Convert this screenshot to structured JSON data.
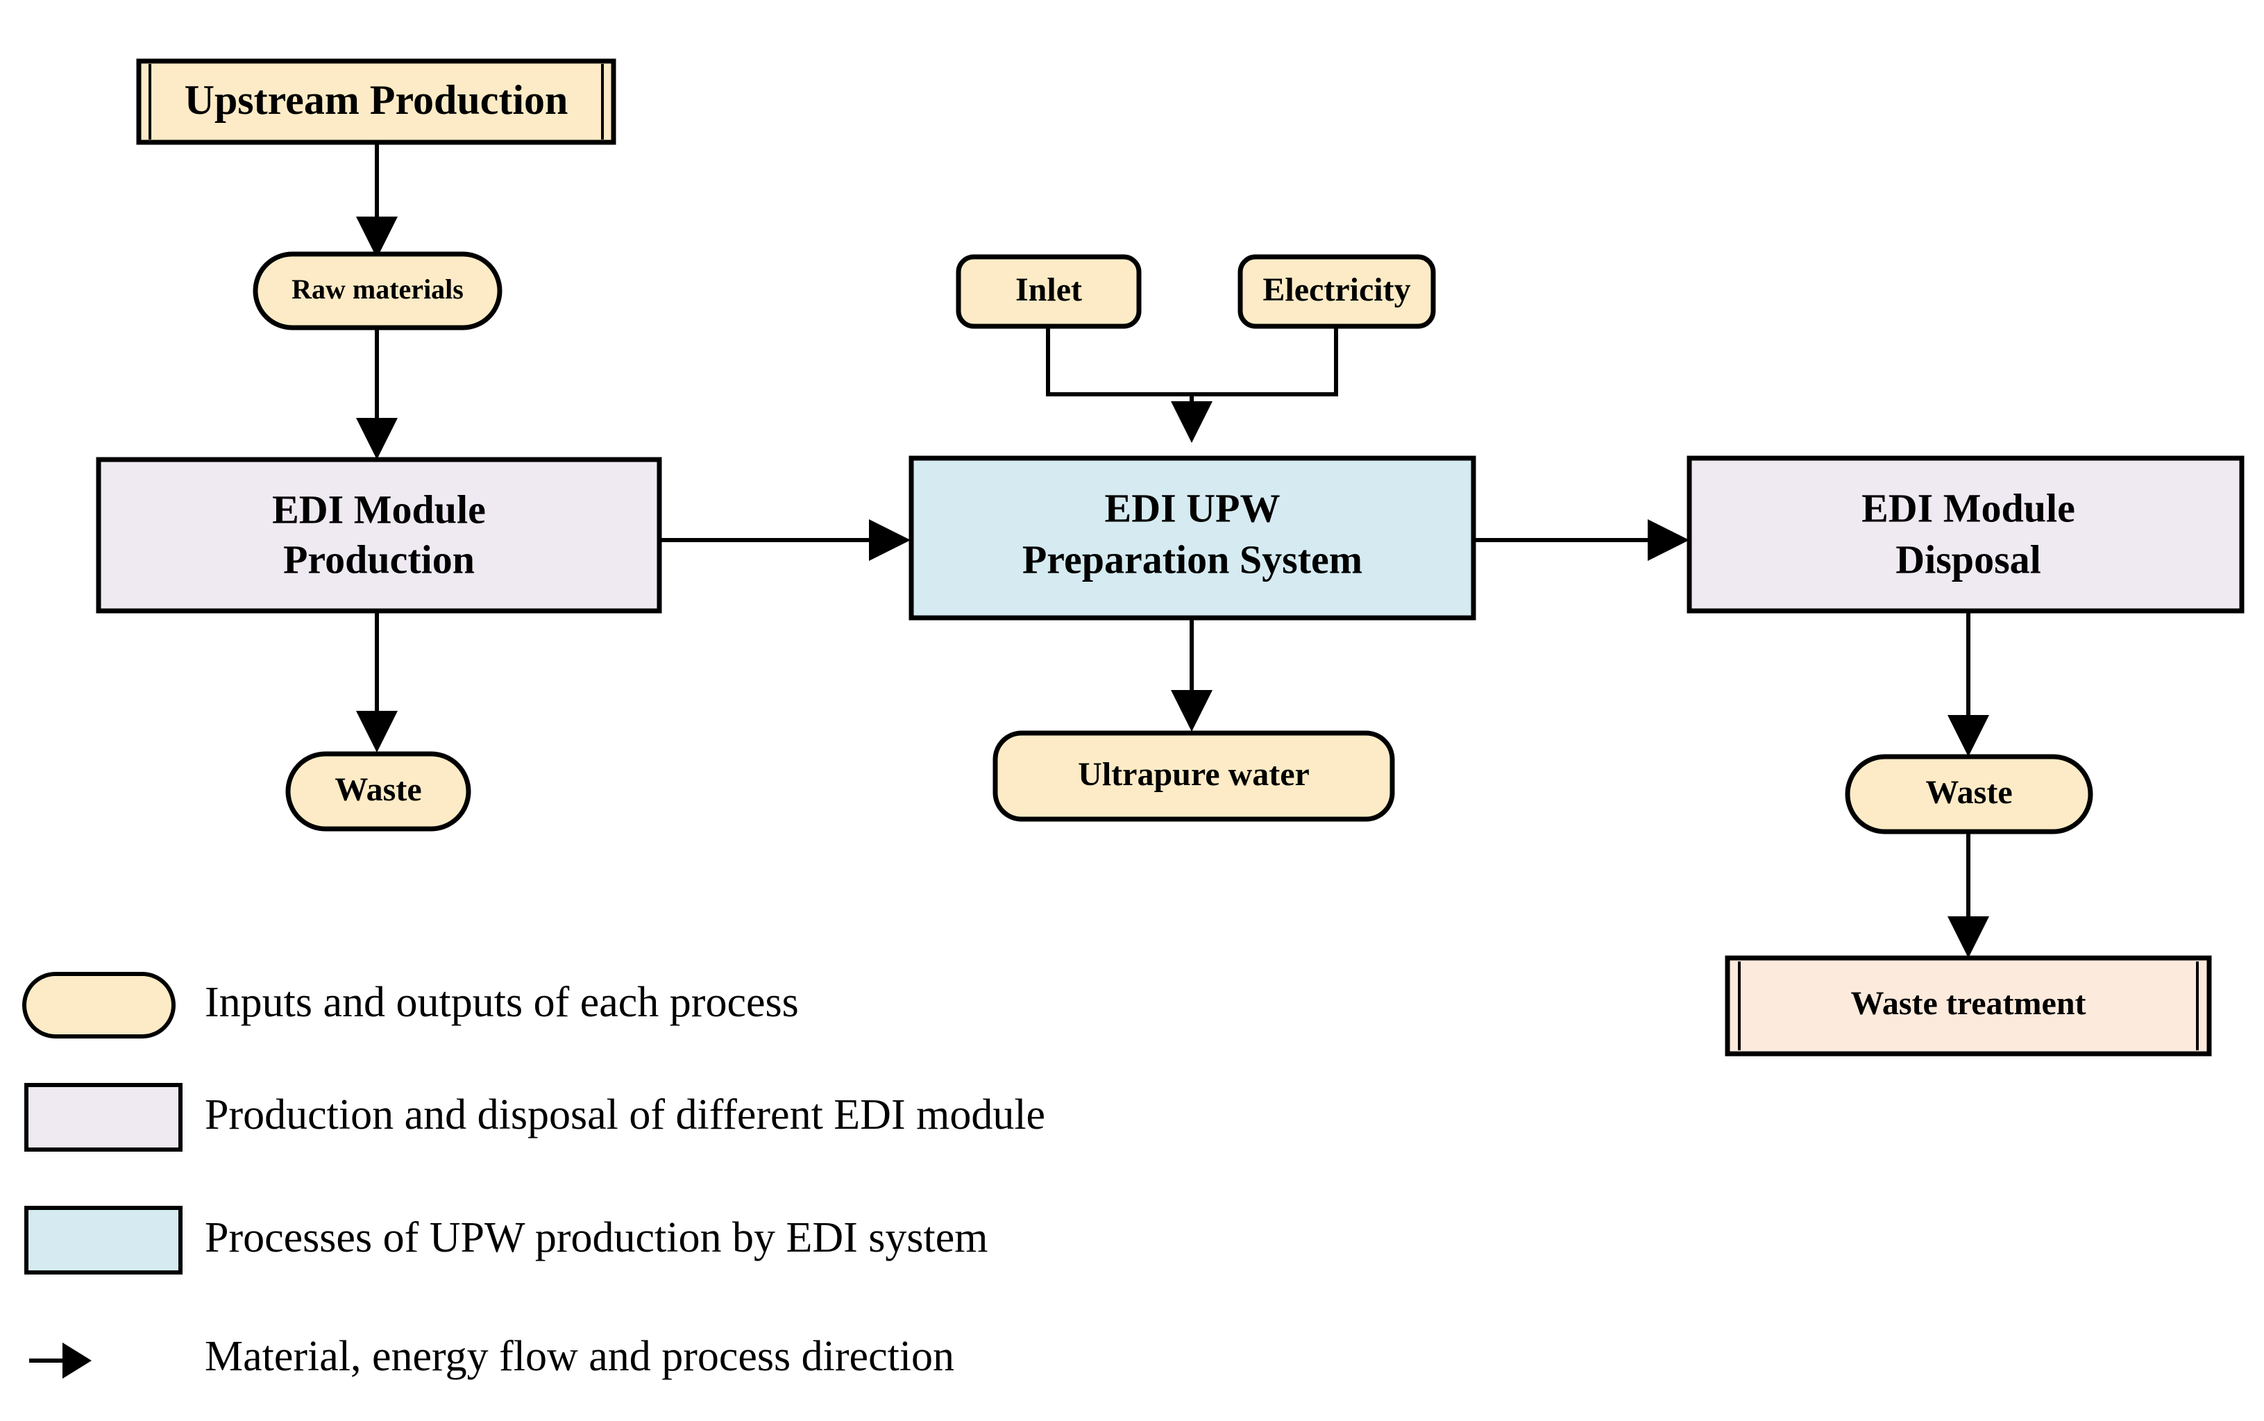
{
  "diagram": {
    "title": "EDI module life cycle system boundary flowchart",
    "colors": {
      "io_fill": "#FCEBC6",
      "module_fill": "#EFE9F2",
      "upw_fill": "#D5EBF1",
      "treatment_fill": "#FCEADC",
      "stroke": "#000000",
      "background": "#FFFFFF"
    },
    "nodes": {
      "upstream_production": {
        "label": "Upstream Production",
        "shape": "double-bordered-rect",
        "fill": "io_fill"
      },
      "raw_materials": {
        "label": "Raw materials",
        "shape": "pill",
        "fill": "io_fill"
      },
      "edi_module_production": {
        "label_line1": "EDI  Module",
        "label_line2": "Production",
        "shape": "rect",
        "fill": "module_fill"
      },
      "waste_left": {
        "label": "Waste",
        "shape": "pill",
        "fill": "io_fill"
      },
      "inlet": {
        "label": "Inlet",
        "shape": "rounded-rect",
        "fill": "io_fill"
      },
      "electricity": {
        "label": "Electricity",
        "shape": "rounded-rect",
        "fill": "io_fill"
      },
      "edi_upw_system": {
        "label_line1": "EDI UPW",
        "label_line2": "Preparation System",
        "shape": "rect",
        "fill": "upw_fill"
      },
      "ultrapure_water": {
        "label": "Ultrapure water",
        "shape": "pill",
        "fill": "io_fill"
      },
      "edi_module_disposal": {
        "label_line1": "EDI  Module",
        "label_line2": "Disposal",
        "shape": "rect",
        "fill": "module_fill"
      },
      "waste_right": {
        "label": "Waste",
        "shape": "pill",
        "fill": "io_fill"
      },
      "waste_treatment": {
        "label": "Waste treatment",
        "shape": "double-bordered-rect",
        "fill": "treatment_fill"
      }
    },
    "legend": {
      "items": [
        {
          "swatch": "pill",
          "fill": "io_fill",
          "label": "Inputs and outputs of each process"
        },
        {
          "swatch": "rect",
          "fill": "module_fill",
          "label": "Production and disposal of different EDI module"
        },
        {
          "swatch": "rect",
          "fill": "upw_fill",
          "label": "Processes of UPW production by EDI system"
        },
        {
          "swatch": "arrow",
          "fill": "stroke",
          "label": "Material, energy flow and process direction"
        }
      ]
    },
    "edges": [
      {
        "from": "upstream_production",
        "to": "raw_materials",
        "direction": "down"
      },
      {
        "from": "raw_materials",
        "to": "edi_module_production",
        "direction": "down"
      },
      {
        "from": "edi_module_production",
        "to": "waste_left",
        "direction": "down"
      },
      {
        "from": "edi_module_production",
        "to": "edi_upw_system",
        "direction": "right"
      },
      {
        "from": "inlet",
        "to": "edi_upw_system",
        "direction": "down-merge"
      },
      {
        "from": "electricity",
        "to": "edi_upw_system",
        "direction": "down-merge"
      },
      {
        "from": "edi_upw_system",
        "to": "ultrapure_water",
        "direction": "down"
      },
      {
        "from": "edi_upw_system",
        "to": "edi_module_disposal",
        "direction": "right"
      },
      {
        "from": "edi_module_disposal",
        "to": "waste_right",
        "direction": "down"
      },
      {
        "from": "waste_right",
        "to": "waste_treatment",
        "direction": "down"
      }
    ]
  }
}
